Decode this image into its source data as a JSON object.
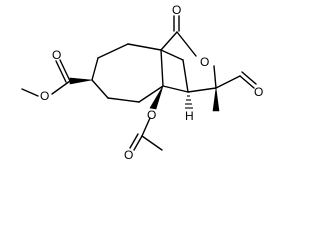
{
  "molecule": {
    "atom_labels": [
      {
        "id": "lactone-ring-o",
        "text": "O"
      },
      {
        "id": "lactone-carbonyl-o",
        "text": "O"
      },
      {
        "id": "aldehyde-o",
        "text": "O"
      },
      {
        "id": "ester-carbonyl-o",
        "text": "O"
      },
      {
        "id": "ester-methoxy-o",
        "text": "O"
      },
      {
        "id": "acetate-ether-o",
        "text": "O"
      },
      {
        "id": "acetate-carbonyl-o",
        "text": "O"
      },
      {
        "id": "bridgehead-h",
        "text": "H"
      }
    ],
    "colors": {
      "ink": "#000000",
      "background": "#ffffff"
    }
  }
}
